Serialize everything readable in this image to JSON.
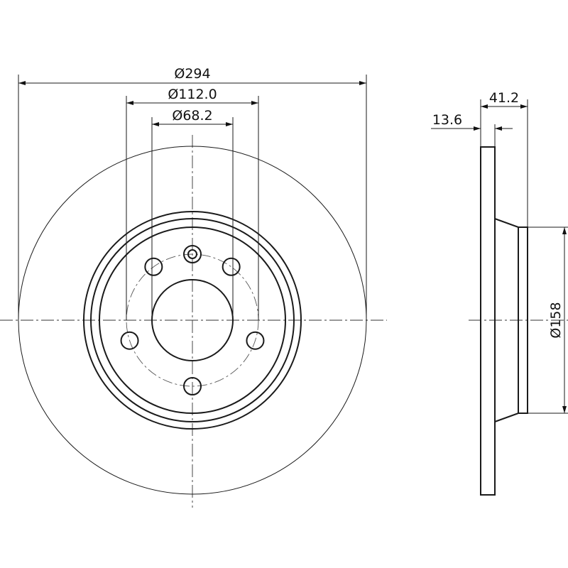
{
  "dimensions": {
    "outer_diameter": "Ø294",
    "bolt_circle": "Ø112.0",
    "center_bore": "Ø68.2",
    "total_height": "41.2",
    "thickness": "13.6",
    "hat_diameter": "Ø158"
  },
  "colors": {
    "line": "#1a1a1a",
    "background": "#ffffff"
  }
}
